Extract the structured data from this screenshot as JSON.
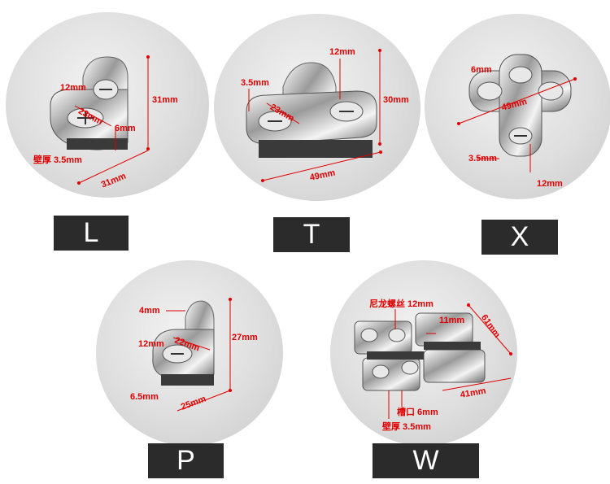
{
  "products": [
    {
      "letter": "L",
      "dims": {
        "height": "31mm",
        "screw": "12mm",
        "width_a": "23mm",
        "slot": "6mm",
        "wall": "壁厚 3.5mm",
        "width_b": "31mm"
      }
    },
    {
      "letter": "T",
      "dims": {
        "screw": "12mm",
        "wall": "3.5mm",
        "width_a": "23mm",
        "height": "30mm",
        "length": "49mm"
      }
    },
    {
      "letter": "X",
      "dims": {
        "slot": "6mm",
        "length": "49mm",
        "wall": "3.5mm",
        "screw": "12mm"
      }
    },
    {
      "letter": "P",
      "dims": {
        "hole": "4mm",
        "screw": "12mm",
        "width_a": "22mm",
        "height": "27mm",
        "slot": "6.5mm",
        "width_b": "25mm"
      }
    },
    {
      "letter": "W",
      "dims": {
        "screw": "尼龙螺丝 12mm",
        "gap": "11mm",
        "side": "61mm",
        "length": "41mm",
        "slot": "槽口 6mm",
        "wall": "壁厚 3.5mm"
      }
    }
  ],
  "colors": {
    "label_bg": "#2b2b2b",
    "dimension": "#e00000",
    "chrome": "#c8c8c8"
  }
}
